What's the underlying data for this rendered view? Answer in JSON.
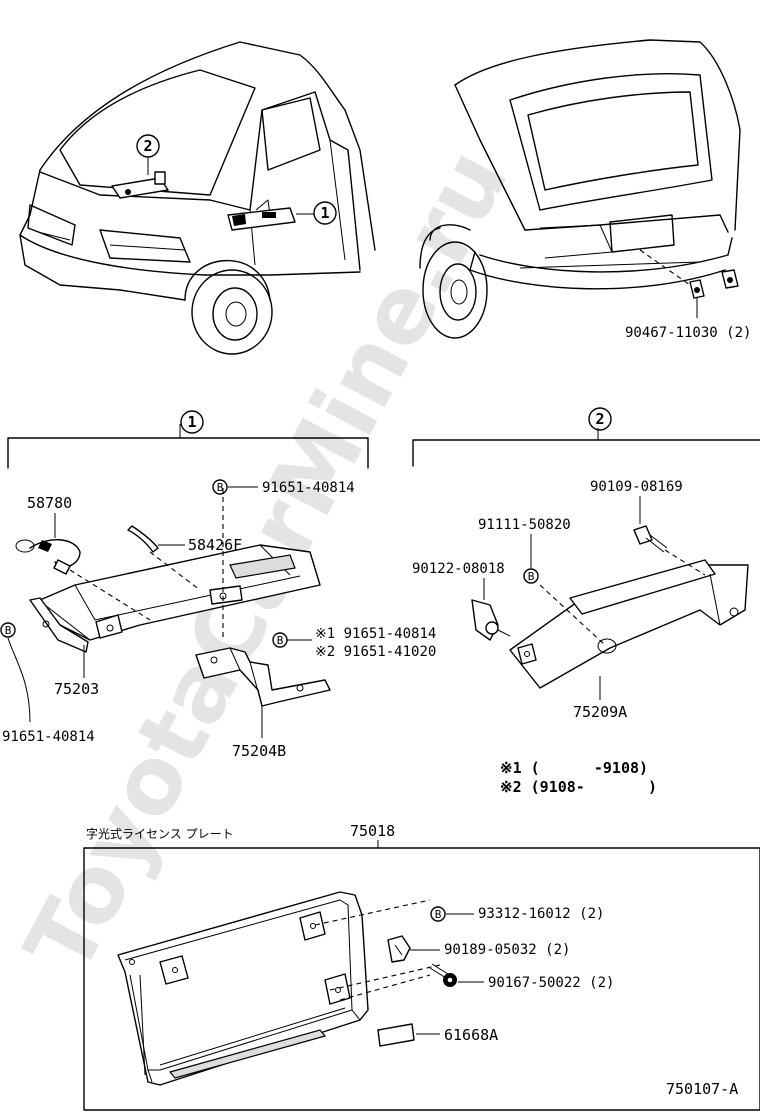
{
  "watermark": "ToyotaCarMine.ru",
  "overview": {
    "front_callout_1": "1",
    "front_callout_2": "2",
    "rear_part": "90467-11030 (2)"
  },
  "section1": {
    "label": "1",
    "parts": {
      "p58780": "58780",
      "p58426F": "58426F",
      "p91651_top": "91651-40814",
      "p75203": "75203",
      "p91651_left": "91651-40814",
      "p75204B": "75204B",
      "p_note1": "※1 91651-40814",
      "p_note2": "※2 91651-41020"
    },
    "bolt_symbol": "B"
  },
  "section2": {
    "label": "2",
    "parts": {
      "p90109": "90109-08169",
      "p91111": "91111-50820",
      "p90122": "90122-08018",
      "p75209A": "75209A"
    },
    "bolt_symbol": "B"
  },
  "notes": {
    "note1": "※1 (      -9108)",
    "note2": "※2 (9108-       )"
  },
  "section3": {
    "title_jp": "字光式ライセンス プレート",
    "assembly": "75018",
    "parts": {
      "p93312": "93312-16012 (2)",
      "p90189": "90189-05032 (2)",
      "p90167": "90167-50022 (2)",
      "p61668A": "61668A"
    },
    "bolt_symbol": "B"
  },
  "figure_id": "750107-A"
}
